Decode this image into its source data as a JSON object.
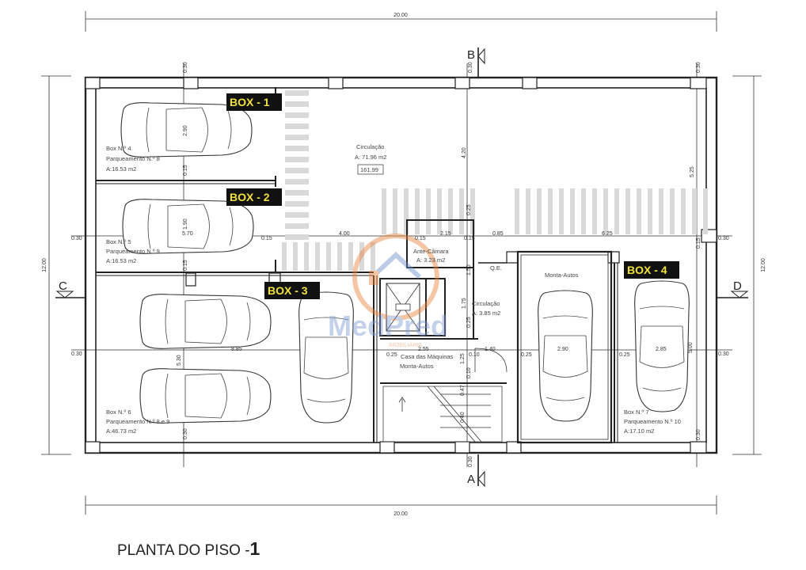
{
  "overall": {
    "top_width": "20.00",
    "bottom_width": "20.00",
    "left_height": "12.00",
    "right_height": "12.00"
  },
  "sections": {
    "a": "A",
    "b": "B",
    "c": "C",
    "d": "D"
  },
  "boxes": {
    "box1": "BOX - 1",
    "box2": "BOX - 2",
    "box3": "BOX - 3",
    "box4": "BOX - 4"
  },
  "rooms": {
    "box4_l1": "Box N.º 4",
    "box4_l2": "Parqueamento N.º 8",
    "box4_area": "A:16.53 m2",
    "box5_l1": "Box N.º 5",
    "box5_l2": "Parqueamento N.º 9",
    "box5_area": "A:16.53 m2",
    "box6_l1": "Box N.º 6",
    "box6_l2": "Parqueamento N.º 8 e 9",
    "box6_area": "A:46.73 m2",
    "box7_l1": "Box N.º 7",
    "box7_l2": "Parqueamento N.º 10",
    "box7_area": "A:17.10 m2",
    "circ_main": "Circulação",
    "circ_main_area": "A: 71.96 m2",
    "level_tag": "161.99",
    "ante": "Ante-Câmara",
    "ante_area": "A: 3.23 m2",
    "circ_small": "Circulação",
    "circ_small_area": "A: 3.85 m2",
    "casa1": "Casa das Máquinas",
    "casa2": "Monta-Autos",
    "monta": "Monta-Autos",
    "qe": "Q.E."
  },
  "dims": {
    "d030_a": "0.30",
    "d030_b": "0.30",
    "d030_c": "0.30",
    "d030_d": "0.30",
    "d030_e": "0.30",
    "d030_f": "0.30",
    "d030_g": "0.30",
    "d030_h": "0.30",
    "d030_i": "0.30",
    "d030_j": "0.30",
    "d290": "2.90",
    "d015_a": "0.15",
    "d190": "1.90",
    "d015_b": "0.15",
    "d570": "5.70",
    "d015_c": "0.15",
    "d400": "4.00",
    "d015_d": "0.15",
    "d215": "2.15",
    "d015_e": "0.15",
    "d085": "0.85",
    "d625": "6.25",
    "d015_f": "0.15",
    "d420": "4.20",
    "d525": "5.25",
    "d025_a": "0.25",
    "d150": "1.50",
    "d175": "1.75",
    "d025_b": "0.25",
    "d885": "8.85",
    "d530": "5.30",
    "d255": "2.55",
    "d140": "1.40",
    "d025_c": "0.25",
    "d010_a": "0.10",
    "d125": "1.25",
    "d010_b": "0.10",
    "d047": "0.47",
    "d040": "0.40",
    "d025_d": "0.25",
    "d290b": "2.90",
    "d025_e": "0.25",
    "d285": "2.85",
    "d500": "5.00"
  },
  "watermark": {
    "name": "MedPred",
    "sub": "IMOBILIÁRIA"
  },
  "title": {
    "main": "PLANTA DO PISO -",
    "level": "1"
  }
}
